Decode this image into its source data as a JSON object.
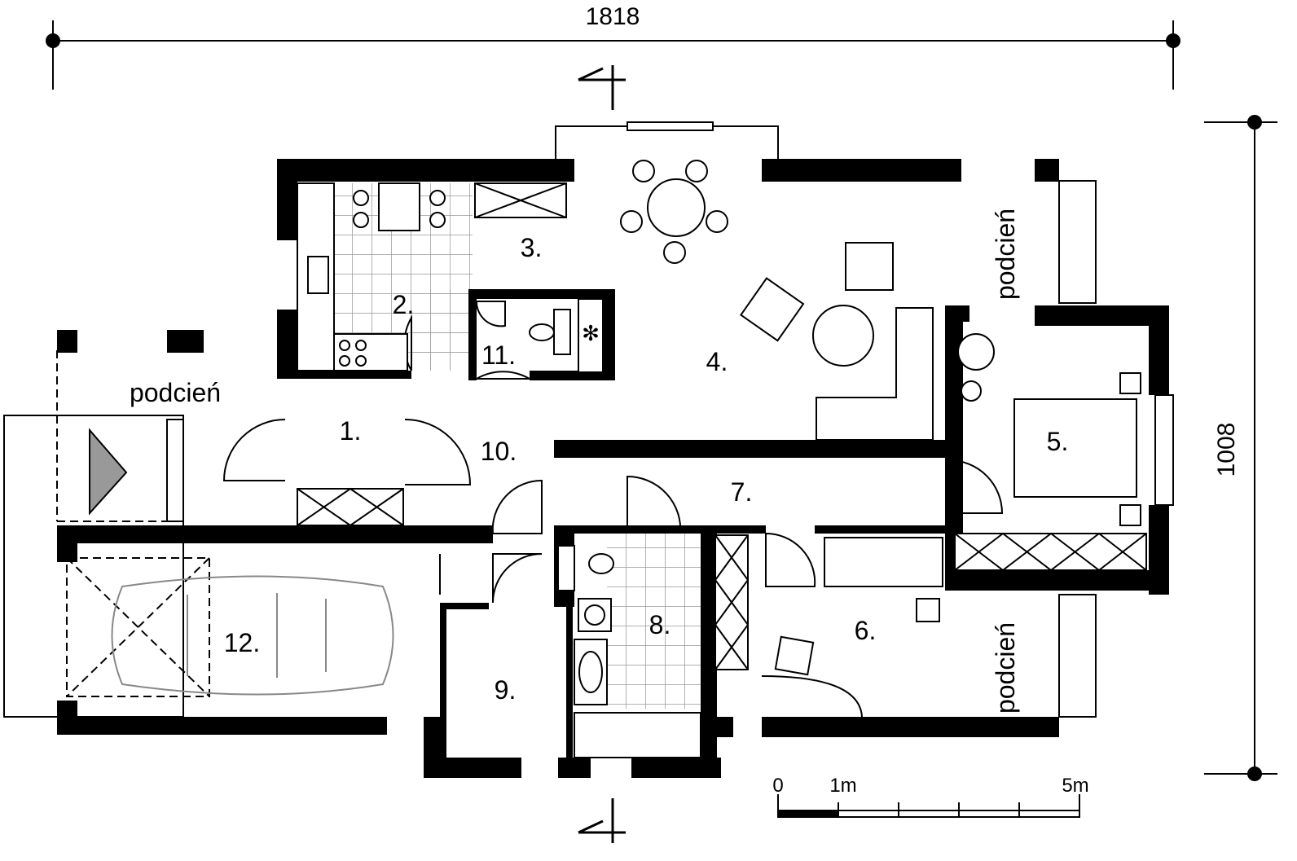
{
  "dimensions": {
    "width_label": "1818",
    "depth_label": "1008"
  },
  "rooms": [
    {
      "id": "1",
      "label": "1."
    },
    {
      "id": "2",
      "label": "2."
    },
    {
      "id": "3",
      "label": "3."
    },
    {
      "id": "4",
      "label": "4."
    },
    {
      "id": "5",
      "label": "5."
    },
    {
      "id": "6",
      "label": "6."
    },
    {
      "id": "7",
      "label": "7."
    },
    {
      "id": "8",
      "label": "8."
    },
    {
      "id": "9",
      "label": "9."
    },
    {
      "id": "10",
      "label": "10."
    },
    {
      "id": "11",
      "label": "11."
    },
    {
      "id": "12",
      "label": "12."
    }
  ],
  "porches": {
    "left": "podcień",
    "top_right": "podcień",
    "bottom_right": "podcień"
  },
  "scale": {
    "zero": "0",
    "one": "1m",
    "five": "5m"
  }
}
